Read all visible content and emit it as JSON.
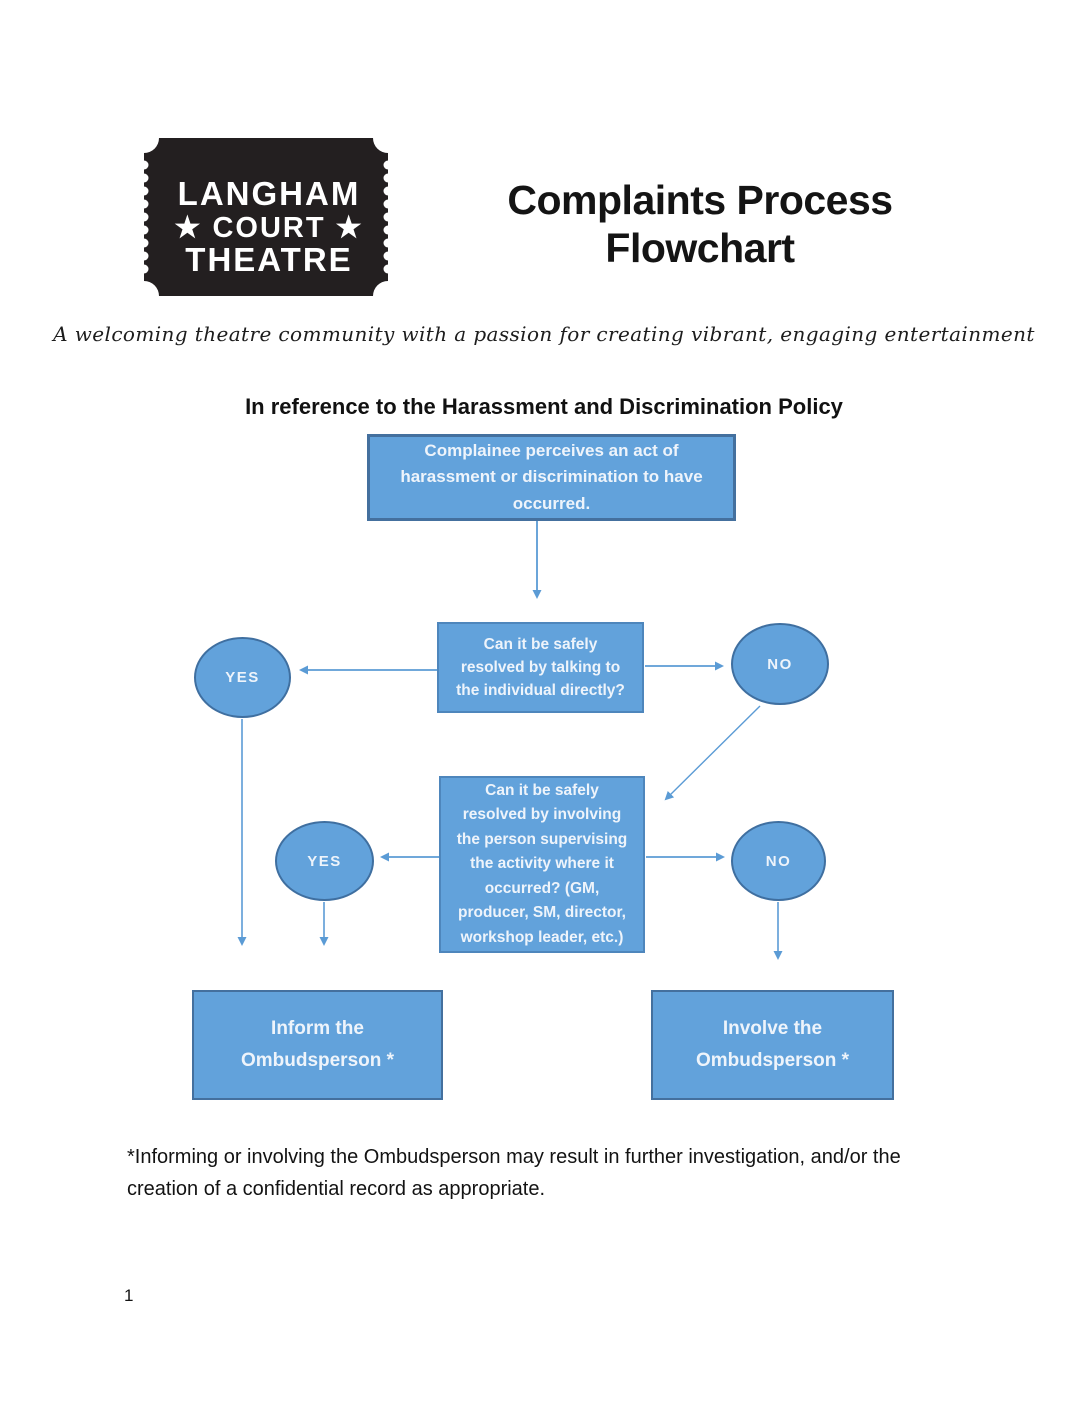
{
  "logo": {
    "line1": "LANGHAM",
    "line2": "★ COURT ★",
    "line3": "THEATRE"
  },
  "header": {
    "title": "Complaints Process\nFlowchart"
  },
  "tagline": "A welcoming theatre community with a passion for creating vibrant, engaging entertainment",
  "subtitle": "In reference to the Harassment and Discrimination Policy",
  "flowchart": {
    "start": "Complainee perceives an act of\nharassment or discrimination to have\noccurred.",
    "q1": "Can it be safely\nresolved by talking to\nthe individual directly?",
    "q1_yes": "YES",
    "q1_no": "NO",
    "q2": "Can it be safely\nresolved by involving\nthe person supervising\nthe activity where it\noccurred? (GM,\nproducer, SM, director,\nworkshop leader, etc.)",
    "q2_yes": "YES",
    "q2_no": "NO",
    "inform": "Inform the\nOmbudsperson *",
    "involve": "Involve the\nOmbudsperson *"
  },
  "footnote": "*Informing or involving the Ombudsperson may result in further investigation, and/or the creation of a confidential record as appropriate.",
  "page_number": "1",
  "colors": {
    "shape_fill": "#62a2db",
    "shape_border_dark": "#44709e",
    "shape_border_light": "#4e86bc",
    "arrow": "#5b9bd5",
    "logo_black": "#231f20",
    "shape_text": "#eef4fb"
  }
}
